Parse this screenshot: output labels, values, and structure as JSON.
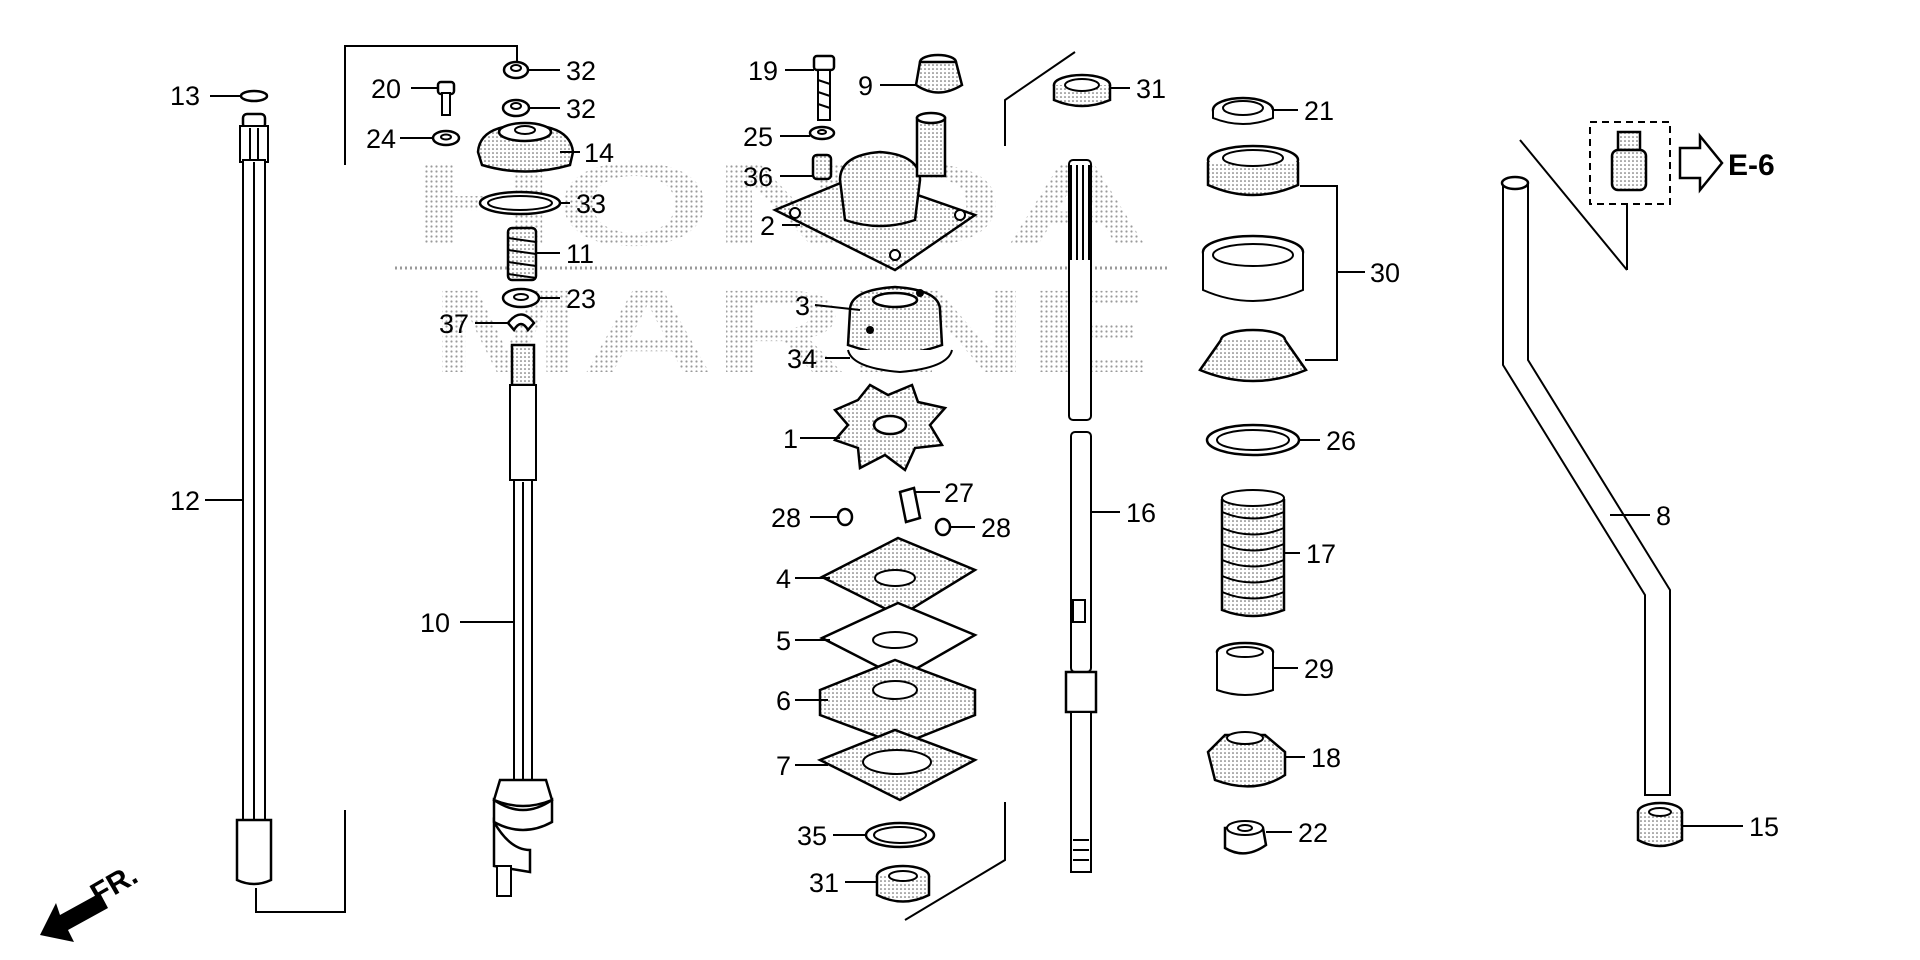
{
  "diagram": {
    "watermark_lines": [
      "HONDA",
      "MARINE"
    ],
    "direction_label": "FR.",
    "reference_label": "E-6",
    "callouts": [
      {
        "id": "c13",
        "text": "13"
      },
      {
        "id": "c12",
        "text": "12"
      },
      {
        "id": "c20",
        "text": "20"
      },
      {
        "id": "c24",
        "text": "24"
      },
      {
        "id": "c32a",
        "text": "32"
      },
      {
        "id": "c32b",
        "text": "32"
      },
      {
        "id": "c14",
        "text": "14"
      },
      {
        "id": "c33",
        "text": "33"
      },
      {
        "id": "c11",
        "text": "11"
      },
      {
        "id": "c23",
        "text": "23"
      },
      {
        "id": "c37",
        "text": "37"
      },
      {
        "id": "c10",
        "text": "10"
      },
      {
        "id": "c19",
        "text": "19"
      },
      {
        "id": "c9",
        "text": "9"
      },
      {
        "id": "c25",
        "text": "25"
      },
      {
        "id": "c36",
        "text": "36"
      },
      {
        "id": "c2",
        "text": "2"
      },
      {
        "id": "c3",
        "text": "3"
      },
      {
        "id": "c34",
        "text": "34"
      },
      {
        "id": "c1",
        "text": "1"
      },
      {
        "id": "c27",
        "text": "27"
      },
      {
        "id": "c28a",
        "text": "28"
      },
      {
        "id": "c28b",
        "text": "28"
      },
      {
        "id": "c4",
        "text": "4"
      },
      {
        "id": "c5",
        "text": "5"
      },
      {
        "id": "c6",
        "text": "6"
      },
      {
        "id": "c7",
        "text": "7"
      },
      {
        "id": "c35",
        "text": "35"
      },
      {
        "id": "c31a",
        "text": "31"
      },
      {
        "id": "c31b",
        "text": "31"
      },
      {
        "id": "c16",
        "text": "16"
      },
      {
        "id": "c21",
        "text": "21"
      },
      {
        "id": "c30",
        "text": "30"
      },
      {
        "id": "c26",
        "text": "26"
      },
      {
        "id": "c17",
        "text": "17"
      },
      {
        "id": "c29",
        "text": "29"
      },
      {
        "id": "c18",
        "text": "18"
      },
      {
        "id": "c22",
        "text": "22"
      },
      {
        "id": "c8",
        "text": "8"
      },
      {
        "id": "c15",
        "text": "15"
      }
    ]
  }
}
